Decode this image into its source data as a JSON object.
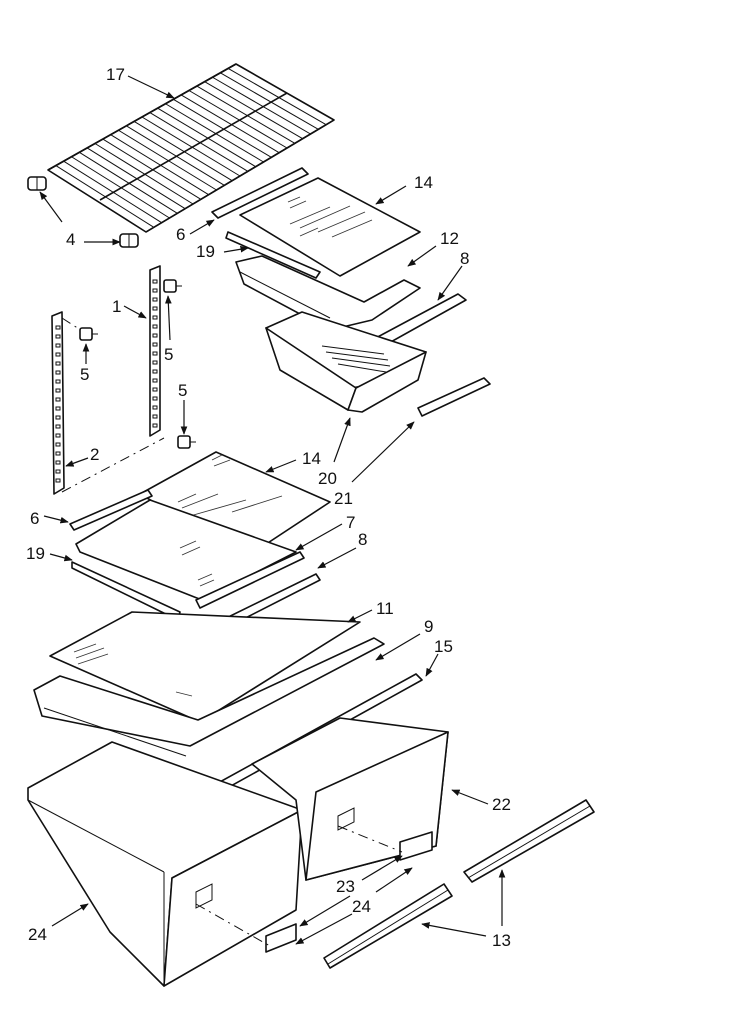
{
  "labels": [
    {
      "id": "l17",
      "text": "17"
    },
    {
      "id": "l14a",
      "text": "14"
    },
    {
      "id": "l6a",
      "text": "6"
    },
    {
      "id": "l4",
      "text": "4"
    },
    {
      "id": "l19a",
      "text": "19"
    },
    {
      "id": "l12",
      "text": "12"
    },
    {
      "id": "l8a",
      "text": "8"
    },
    {
      "id": "l1",
      "text": "1"
    },
    {
      "id": "l5a",
      "text": "5"
    },
    {
      "id": "l5b",
      "text": "5"
    },
    {
      "id": "l5c",
      "text": "5"
    },
    {
      "id": "l2",
      "text": "2"
    },
    {
      "id": "l14b",
      "text": "14"
    },
    {
      "id": "l20",
      "text": "20"
    },
    {
      "id": "l21",
      "text": "21"
    },
    {
      "id": "l6b",
      "text": "6"
    },
    {
      "id": "l7",
      "text": "7"
    },
    {
      "id": "l8b",
      "text": "8"
    },
    {
      "id": "l19b",
      "text": "19"
    },
    {
      "id": "l11",
      "text": "11"
    },
    {
      "id": "l9",
      "text": "9"
    },
    {
      "id": "l15",
      "text": "15"
    },
    {
      "id": "l22",
      "text": "22"
    },
    {
      "id": "l23",
      "text": "23"
    },
    {
      "id": "l24a",
      "text": "24"
    },
    {
      "id": "l24b",
      "text": "24"
    },
    {
      "id": "l13",
      "text": "13"
    }
  ]
}
